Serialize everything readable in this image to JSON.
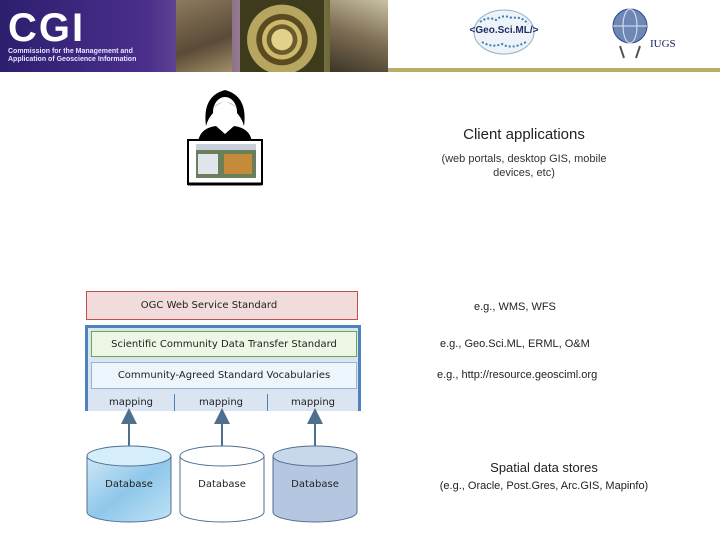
{
  "banner": {
    "logo_text": "CGI",
    "tagline_line1": "Commission for the Management and",
    "tagline_line2": "Application of Geoscience Information"
  },
  "logos": {
    "geosciml": "<Geo.Sci.ML/>",
    "iugs": "IUGS"
  },
  "client": {
    "title": "Client applications",
    "subtitle": "(web portals, desktop GIS, mobile devices, etc)"
  },
  "stack": {
    "ogc": "OGC Web Service Standard",
    "scientific": "Scientific Community Data Transfer Standard",
    "vocab": "Community-Agreed Standard Vocabularies",
    "mappings": [
      "mapping",
      "mapping",
      "mapping"
    ]
  },
  "examples": {
    "ogc": "e.g., WMS, WFS",
    "scientific": "e.g., Geo.Sci.ML, ERML, O&M",
    "vocab": "e.g., http://resource.geosciml.org"
  },
  "databases": [
    "Database",
    "Database",
    "Database"
  ],
  "stores": {
    "title": "Spatial data stores",
    "subtitle": "(e.g., Oracle, Post.Gres, Arc.GIS, Mapinfo)"
  },
  "colors": {
    "ogc_fill": "#f2dcdb",
    "ogc_border": "#c0504d",
    "frame_border": "#4f81bd",
    "sci_border": "#6aa84f",
    "arrow": "#4f6f8f"
  }
}
